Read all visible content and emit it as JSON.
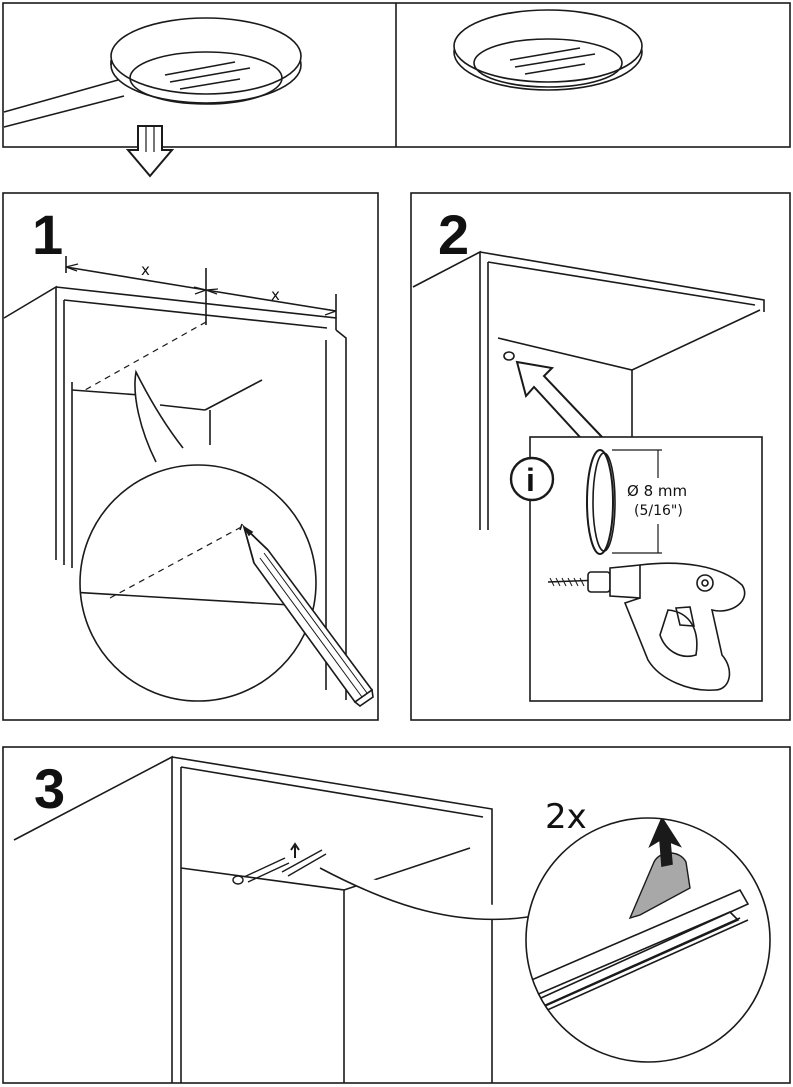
{
  "steps": [
    {
      "number": "1",
      "dimension_left": "x",
      "dimension_right": "x"
    },
    {
      "number": "2",
      "info_symbol": "i",
      "drill_diameter": "Ø 8 mm",
      "drill_diameter_imperial": "(5/16\")"
    },
    {
      "number": "3",
      "quantity": "2x"
    }
  ],
  "colors": {
    "line": "#1a1a1a",
    "tape": "#a8a8a8",
    "paper": "#ffffff"
  }
}
